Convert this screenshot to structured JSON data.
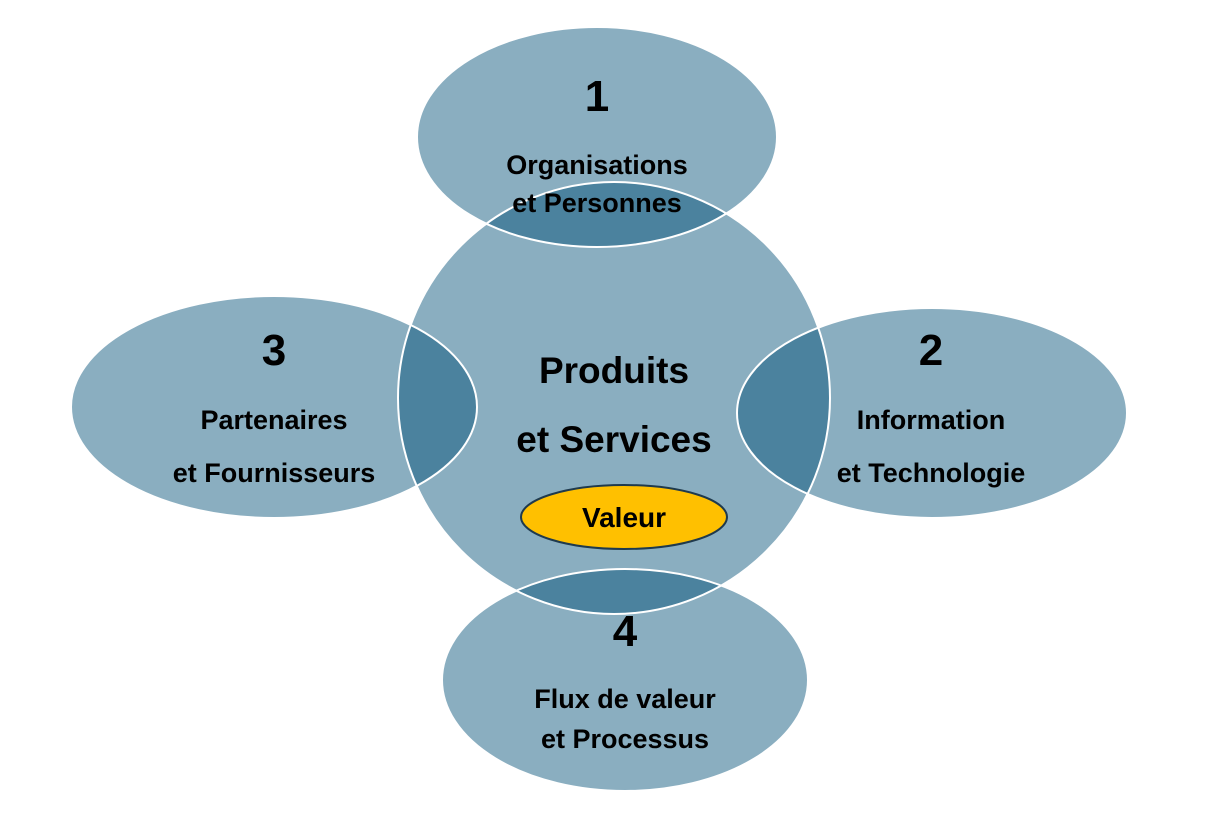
{
  "diagram": {
    "center": {
      "line1": "Produits",
      "line2": "et Services",
      "badge": "Valeur"
    },
    "dimensions": [
      {
        "number": "1",
        "line1": "Organisations",
        "line2": "et Personnes"
      },
      {
        "number": "2",
        "line1": "Information",
        "line2": "et Technologie"
      },
      {
        "number": "3",
        "line1": "Partenaires",
        "line2": "et Fournisseurs"
      },
      {
        "number": "4",
        "line1": "Flux de valeur",
        "line2": "et Processus"
      }
    ]
  },
  "colors": {
    "shape_fill": "#8aaec0",
    "overlap_fill": "#4b829e",
    "outline": "#ffffff",
    "badge_fill": "#ffc000",
    "badge_outline": "#1f3a4d",
    "text": "#000000"
  }
}
